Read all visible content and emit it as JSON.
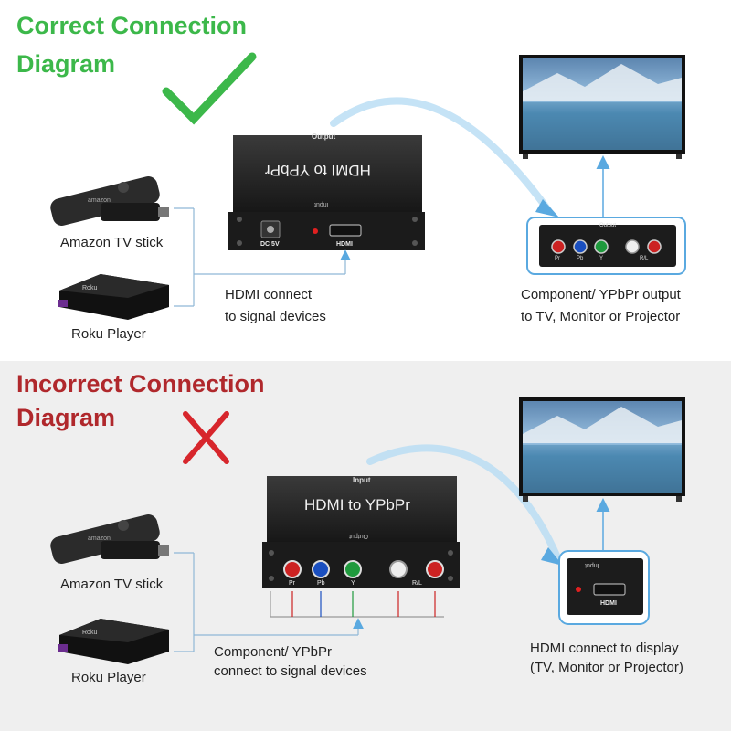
{
  "correct": {
    "title_line1": "Correct Connection",
    "title_line2": "Diagram",
    "status_color": "#3cb84a",
    "source_label_1": "Amazon TV stick",
    "source_label_2": "Roku Player",
    "connect_line1": "HDMI connect",
    "connect_line2": "to signal devices",
    "output_line1": "Component/ YPbPr output",
    "output_line2": "to TV, Monitor or Projector",
    "box_top_label": "Output",
    "box_title": "HDMI to YPbPr",
    "box_input_label": "Input",
    "port_dc": "DC 5V",
    "port_hdmi": "HDMI",
    "detail_output_label": "Output",
    "detail_ports": [
      "Pr",
      "Pb",
      "Y",
      "",
      "R/L"
    ]
  },
  "incorrect": {
    "title_line1": "Incorrect Connection",
    "title_line2": "Diagram",
    "status_color": "#d7262c",
    "source_label_1": "Amazon TV stick",
    "source_label_2": "Roku Player",
    "connect_line1": "Component/ YPbPr",
    "connect_line2": "connect to signal devices",
    "output_line1": "HDMI connect to display",
    "output_line2": "(TV, Monitor or Projector)",
    "box_top_label": "Input",
    "box_title": "HDMI to YPbPr",
    "box_output_label": "Output",
    "ports": [
      "Pr",
      "Pb",
      "Y",
      "",
      "R/L"
    ],
    "detail_input_label": "Input",
    "detail_hdmi": "HDMI"
  },
  "device_text": {
    "stick_brand": "amazon",
    "roku_brand": "Roku"
  }
}
